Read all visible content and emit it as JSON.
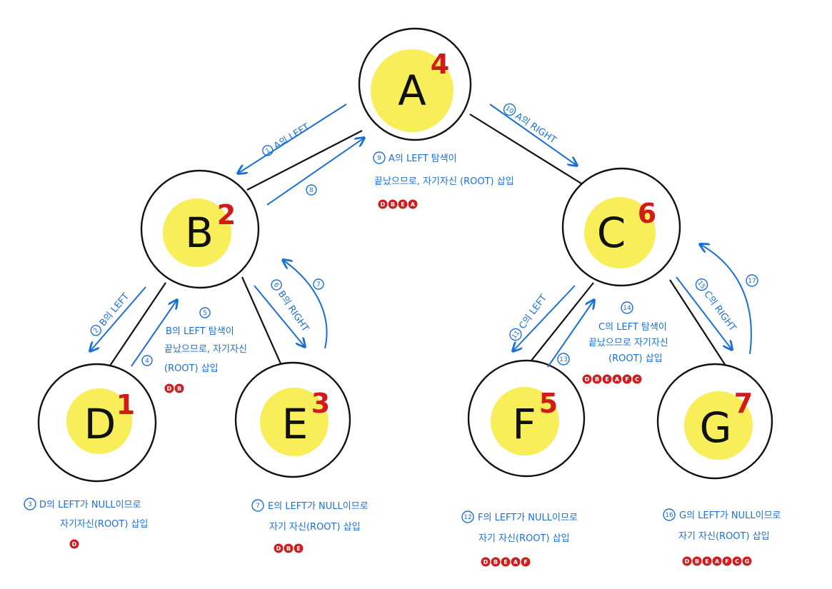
{
  "colors": {
    "edge": "#111111",
    "node_fill": "#ffffff",
    "highlight": "#f7ee59",
    "order": "#d11a1a",
    "annotation": "#1a6fd6",
    "badge": "#cc1f1f"
  },
  "nodes": [
    {
      "id": "A",
      "letter": "A",
      "order": "4"
    },
    {
      "id": "B",
      "letter": "B",
      "order": "2"
    },
    {
      "id": "C",
      "letter": "C",
      "order": "6"
    },
    {
      "id": "D",
      "letter": "D",
      "order": "1"
    },
    {
      "id": "E",
      "letter": "E",
      "order": "3"
    },
    {
      "id": "F",
      "letter": "F",
      "order": "5"
    },
    {
      "id": "G",
      "letter": "G",
      "order": "7"
    }
  ],
  "steps": {
    "s1": {
      "num": "1",
      "label": "A의 LEFT"
    },
    "s2": {
      "num": "2",
      "label": "B의 LEFT"
    },
    "s3": {
      "num": "3",
      "lines": [
        "D의 LEFT가 NULL이므로",
        "자기자신(ROOT) 삽입"
      ],
      "badges": [
        "D"
      ]
    },
    "s4": {
      "num": "4"
    },
    "s5": {
      "num": "5",
      "lines": [
        "B의 LEFT 탐색이",
        "끝났으므로, 자기자신",
        "(ROOT) 삽입"
      ],
      "badges": [
        "D",
        "B"
      ]
    },
    "s6": {
      "num": "6",
      "label": "B의 RIGHT"
    },
    "s7a": {
      "num": "7",
      "lines": [
        "E의 LEFT가 NULL이므로",
        "자기 자신(ROOT) 삽입"
      ],
      "badges": [
        "D",
        "B",
        "E"
      ]
    },
    "s7b": {
      "num": "7"
    },
    "s8": {
      "num": "8"
    },
    "s9": {
      "num": "9",
      "lines": [
        "A의 LEFT 탐색이",
        "끝났으므로, 자기자신 (ROOT) 삽입"
      ],
      "badges": [
        "D",
        "B",
        "E",
        "A"
      ]
    },
    "s10": {
      "num": "10",
      "label": "A의 RIGHT"
    },
    "s11": {
      "num": "11",
      "label": "C의 LEFT"
    },
    "s12": {
      "num": "12",
      "lines": [
        "F의 LEFT가 NULL이므로",
        "자기 자신(ROOT) 삽입"
      ],
      "badges": [
        "D",
        "B",
        "E",
        "A",
        "F"
      ]
    },
    "s13": {
      "num": "13"
    },
    "s14": {
      "num": "14",
      "lines": [
        "C의 LEFT 탐색이",
        "끝났으므로 자기자신",
        "(ROOT) 삽입"
      ],
      "badges": [
        "D",
        "B",
        "E",
        "A",
        "F",
        "C"
      ]
    },
    "s15": {
      "num": "15",
      "label": "C의 RIGHT"
    },
    "s16": {
      "num": "16",
      "lines": [
        "G의 LEFT가 NULL이므로",
        "자기 자신(ROOT) 삽입"
      ],
      "badges": [
        "D",
        "B",
        "E",
        "A",
        "F",
        "C",
        "G"
      ]
    },
    "s17": {
      "num": "17"
    }
  }
}
